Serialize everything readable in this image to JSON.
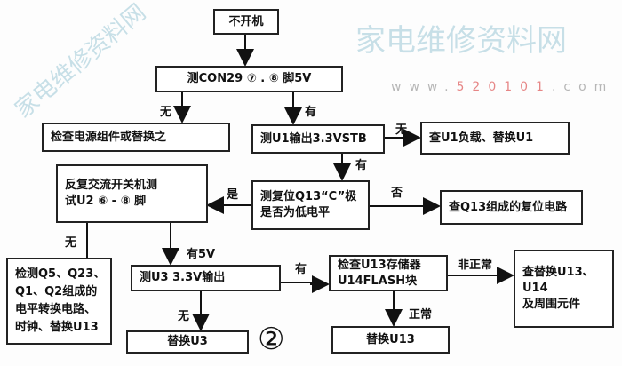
{
  "nodes": {
    "start": "不开机",
    "con29": "测CON29 ⑦ . ⑧ 脚5V",
    "check_power": "检查电源组件或替换之",
    "u1": "测U1输出3.3VSTB",
    "u1_load": "查U1负载、替换U1",
    "ac_test": [
      "反复交流开关机测",
      "试U2 ⑥ - ⑧ 脚"
    ],
    "q13": [
      "测复位Q13“C”极",
      "是否为低电平"
    ],
    "q13_reset": "查Q13组成的复位电路",
    "level_shift": [
      "检测Q5、Q23、",
      "Q1、Q2组成的",
      "电平转换电路、",
      "时钟、替换U13"
    ],
    "u3": "测U3  3.3V输出",
    "u13_check": [
      "检查U13存储器",
      "U14FLASH块"
    ],
    "replace_u13_u14": [
      "查替换U13、",
      "U14",
      "及周围元件"
    ],
    "replace_u3": "替换U3",
    "replace_u13": "替换U13"
  },
  "edges": {
    "con29_no": "无",
    "con29_yes": "有",
    "u1_no": "无",
    "u1_yes": "有",
    "q13_yes": "是",
    "q13_no": "否",
    "ac_no": "无",
    "ac_yes": "有5V",
    "u3_yes": "有",
    "u3_no": "无",
    "u13_abnormal": "非正常",
    "u13_normal": "正常"
  },
  "figure_number": "②",
  "watermark": {
    "cn": "家电维修资料网",
    "url_prefix": "www.",
    "url_num": "520101",
    "url_suffix": ".com"
  }
}
